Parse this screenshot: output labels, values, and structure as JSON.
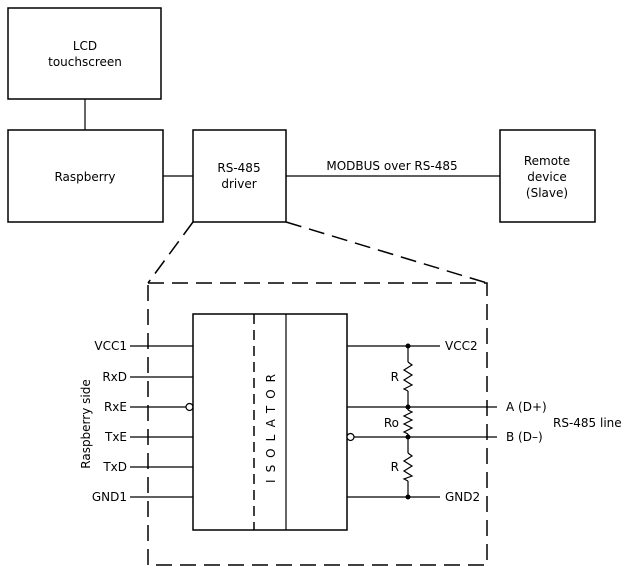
{
  "blocks": {
    "lcd": [
      "LCD",
      "touchscreen"
    ],
    "raspberry": "Raspberry",
    "driver": [
      "RS-485",
      "driver"
    ],
    "remote": [
      "Remote",
      "device",
      "(Slave)"
    ]
  },
  "link_label": "MODBUS over RS-485",
  "detail": {
    "side_label": "Raspberry side",
    "isolator_label": "ISOLATOR",
    "left_pins": [
      "VCC1",
      "RxD",
      "RxE",
      "TxE",
      "TxD",
      "GND1"
    ],
    "right_pins": [
      "VCC2",
      "A (D+)",
      "B (D–)",
      "GND2"
    ],
    "resistors": [
      "R",
      "Ro",
      "R"
    ],
    "line_label": "RS-485 line"
  }
}
